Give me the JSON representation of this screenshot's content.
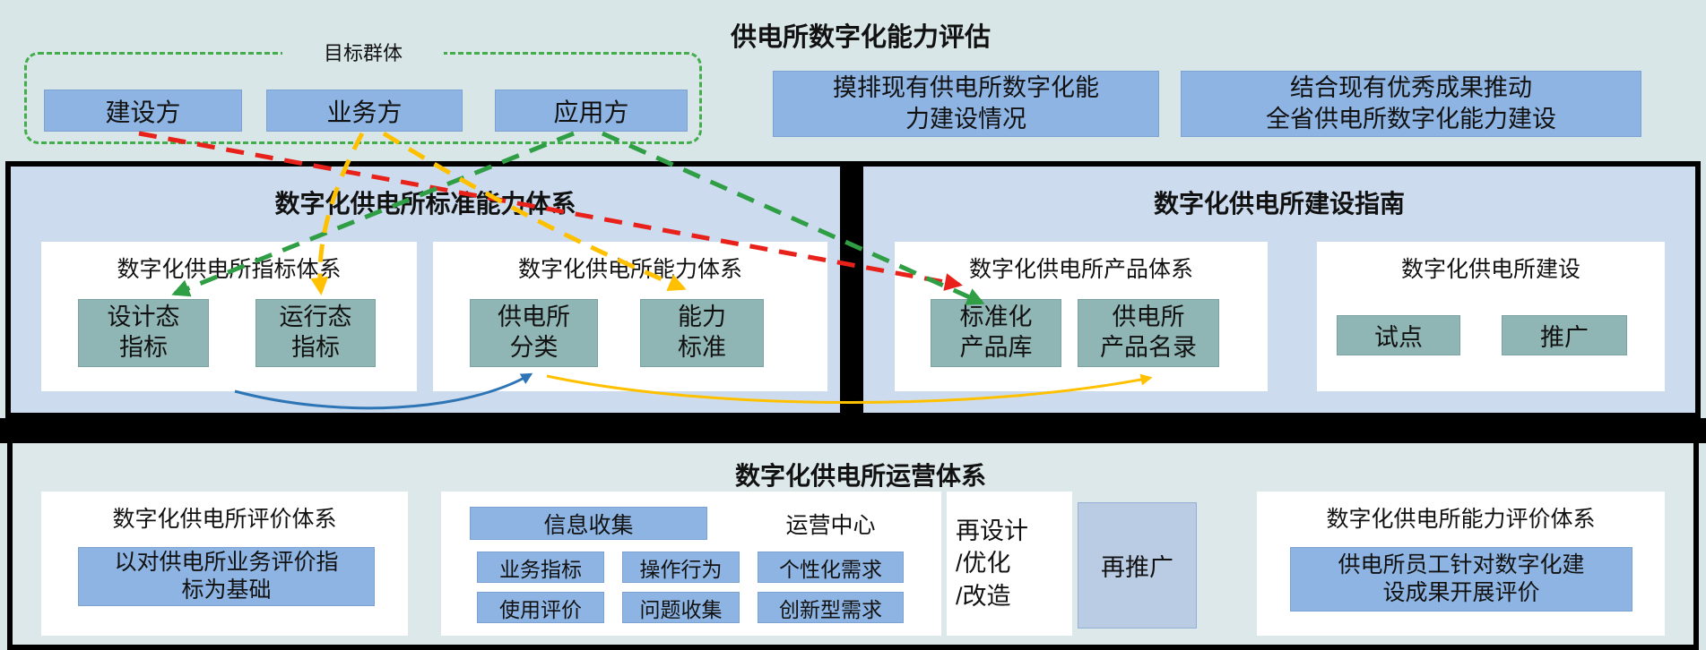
{
  "colors": {
    "page_bg": "#d8e6e8",
    "blue_box": "#8db4e2",
    "blue_box_light": "#b9cce4",
    "teal_box": "#8fb5b4",
    "section_fill": "#ccdcee",
    "target_group_border": "#43ad4c",
    "arrow_red": "#e8211a",
    "arrow_green": "#2f9e44",
    "arrow_yellow": "#ffc000",
    "arrow_blue": "#2e75b6"
  },
  "header": {
    "title": "供电所数字化能力评估",
    "target_group": {
      "label": "目标群体",
      "items": [
        "建设方",
        "业务方",
        "应用方"
      ]
    },
    "notes": [
      "摸排现有供电所数字化能\n力建设情况",
      "结合现有优秀成果推动\n全省供电所数字化能力建设"
    ]
  },
  "standard_system": {
    "title": "数字化供电所标准能力体系",
    "indicator_panel": {
      "title": "数字化供电所指标体系",
      "boxes": [
        "设计态\n指标",
        "运行态\n指标"
      ]
    },
    "capability_panel": {
      "title": "数字化供电所能力体系",
      "boxes": [
        "供电所\n分类",
        "能力\n标准"
      ]
    }
  },
  "construction_guide": {
    "title": "数字化供电所建设指南",
    "product_panel": {
      "title": "数字化供电所产品体系",
      "boxes": [
        "标准化\n产品库",
        "供电所\n产品名录"
      ]
    },
    "build_panel": {
      "title": "数字化供电所建设",
      "boxes": [
        "试点",
        "推广"
      ]
    }
  },
  "operation_system": {
    "title": "数字化供电所运营体系",
    "evaluation_panel": {
      "title": "数字化供电所评价体系",
      "box": "以对供电所业务评价指\n标为基础"
    },
    "operation_panel": {
      "collect_label": "信息收集",
      "center_label": "运营中心",
      "rows": [
        [
          "业务指标",
          "操作行为",
          "个性化需求"
        ],
        [
          "使用评价",
          "问题收集",
          "创新型需求"
        ]
      ]
    },
    "redesign_box": "再设计\n/优化\n/改造",
    "repromote_box": "再推广",
    "capability_eval_panel": {
      "title": "数字化供电所能力评价体系",
      "box": "供电所员工针对数字化建\n设成果开展评价"
    }
  }
}
